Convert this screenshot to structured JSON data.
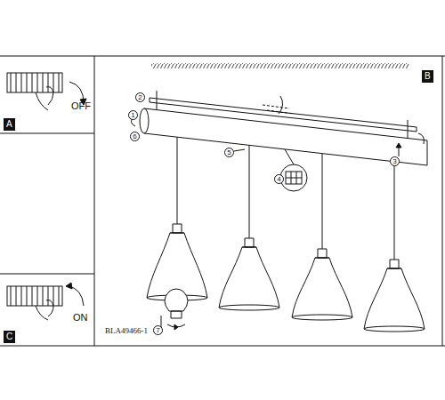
{
  "diagram": {
    "labels": [
      "A",
      "OFF",
      "B",
      "2",
      "1",
      "6",
      "5",
      "4",
      "3",
      "C",
      "ON",
      "BLA49466-1",
      "7"
    ]
  }
}
